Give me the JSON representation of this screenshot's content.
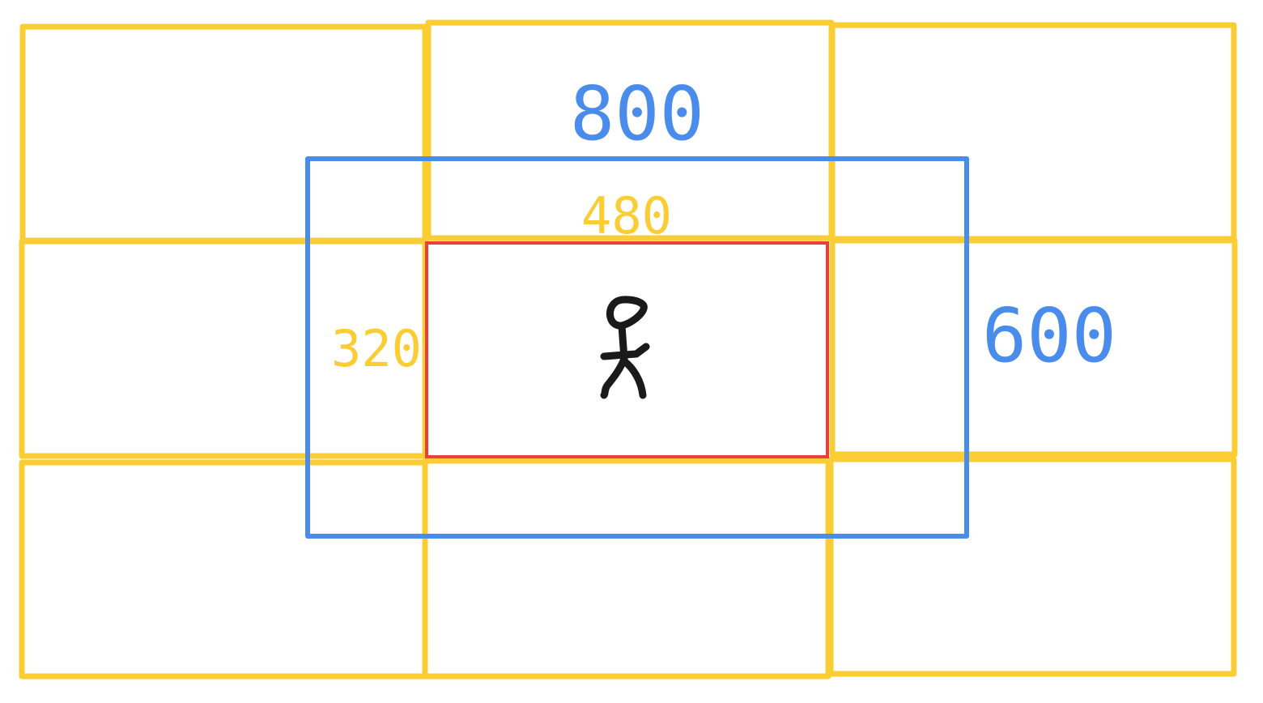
{
  "labels": {
    "outer_width": "800",
    "outer_height": "600",
    "inner_width": "480",
    "inner_height": "320"
  },
  "colors": {
    "grid": "#fbcd35",
    "outer_box": "#4a8cec",
    "center_box": "#e8403a",
    "figure": "#1a1a1a",
    "background": "#ffffff"
  },
  "icons": {
    "center_figure": "stick-figure-icon"
  }
}
